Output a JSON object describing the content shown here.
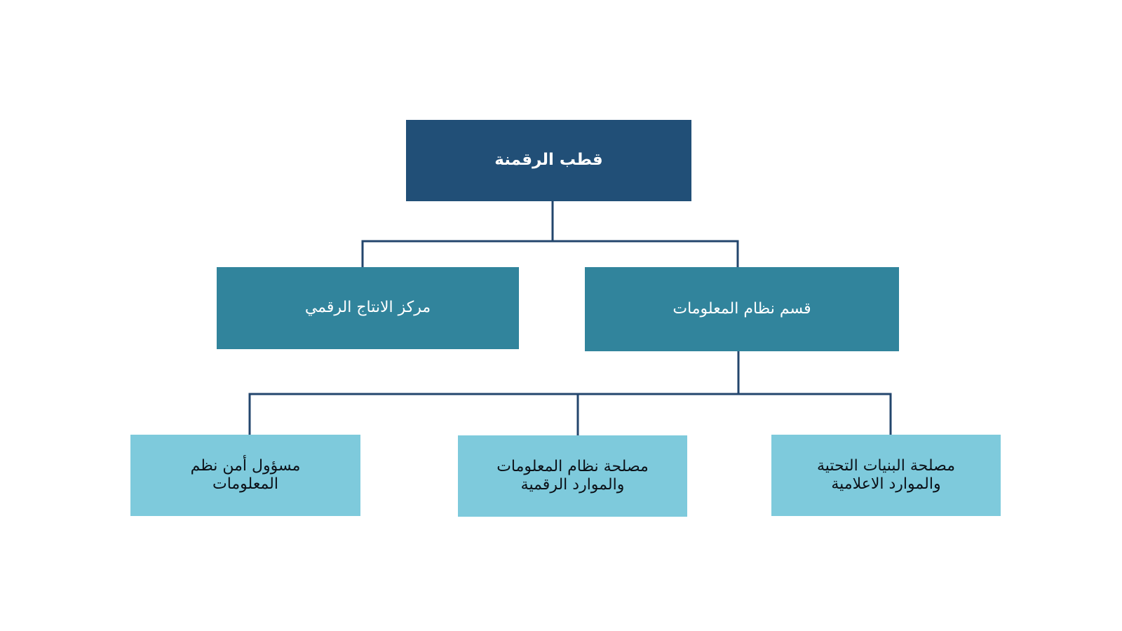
{
  "colors": {
    "level_1_fill": "#214f77",
    "level_2_fill": "#31849c",
    "level_3_fill": "#7ecadc",
    "connector": "#23466d",
    "background": "#ffffff"
  },
  "chart": {
    "root": {
      "label": "قطب الرقمنة"
    },
    "level_2": [
      {
        "label": "قسم نظام المعلومات"
      },
      {
        "label": "مركز الانتاج الرقمي"
      }
    ],
    "level_3": [
      {
        "label": "مصلحة البنيات التحتية\nوالموارد الاعلامية"
      },
      {
        "label": "مصلحة نظام المعلومات\nوالموارد الرقمية"
      },
      {
        "label": "مسؤول أمن نظم\nالمعلومات"
      }
    ]
  }
}
